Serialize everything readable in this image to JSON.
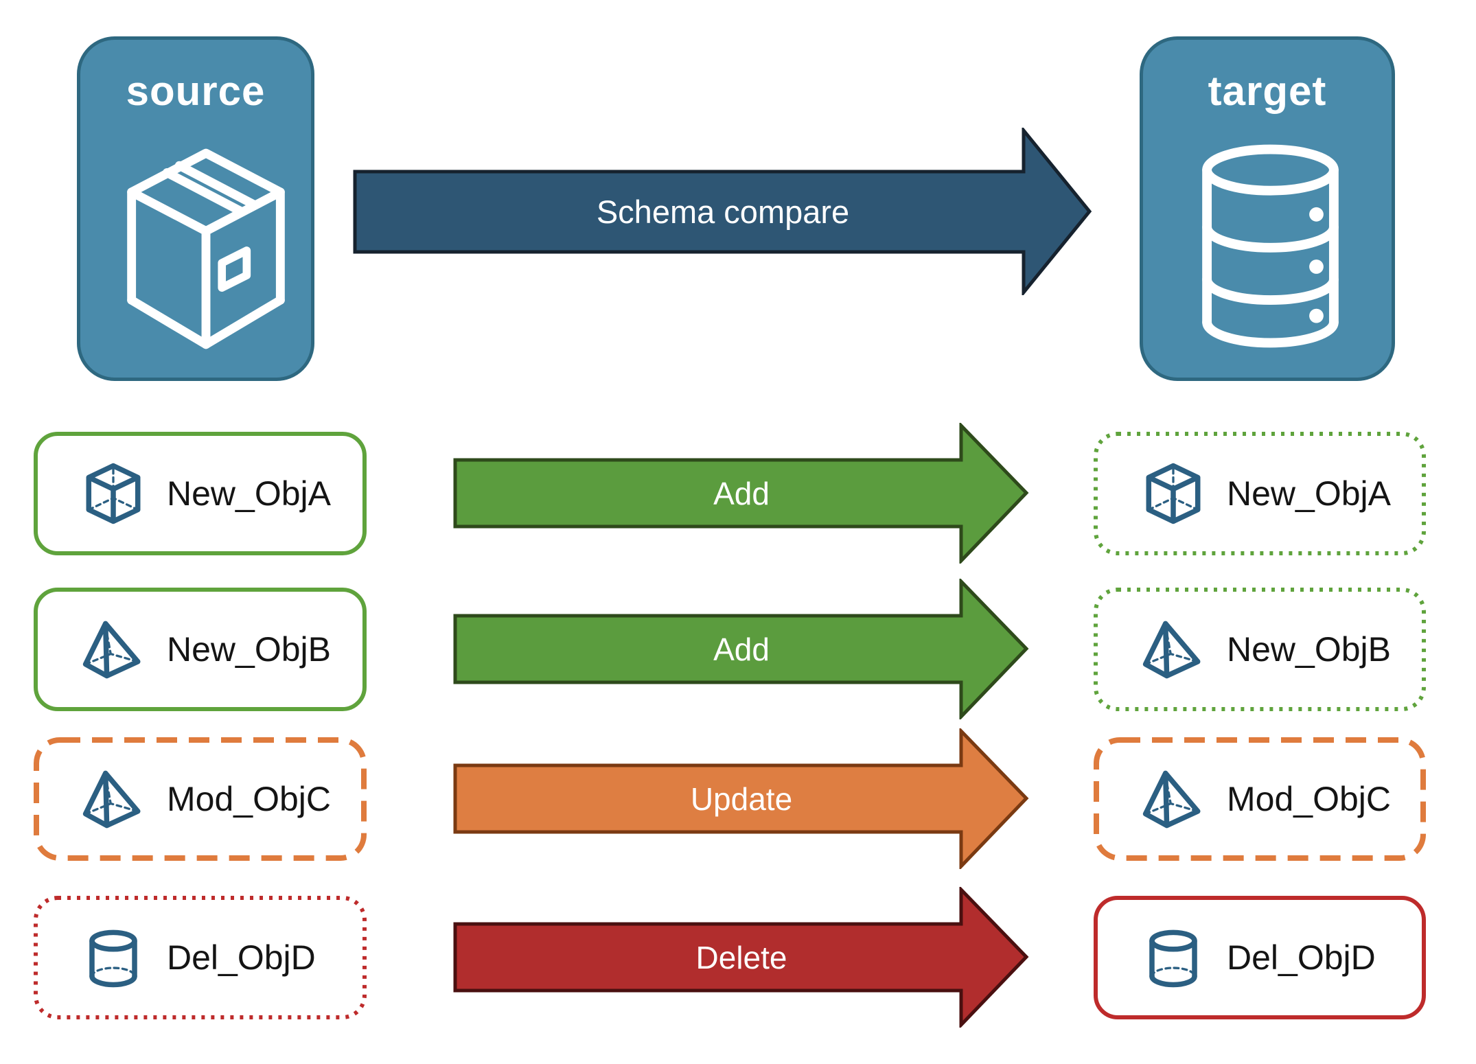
{
  "source_node": {
    "label": "source",
    "icon": "package-box-icon"
  },
  "target_node": {
    "label": "target",
    "icon": "database-icon"
  },
  "compare_arrow": {
    "label": "Schema compare",
    "color": "#2E5674"
  },
  "rows": [
    {
      "object": "New_ObjA",
      "icon": "cube-icon",
      "action": "Add",
      "action_color": "#5B9C3E",
      "source_box_border": "solid green",
      "target_box_border": "dotted green"
    },
    {
      "object": "New_ObjB",
      "icon": "pyramid-icon",
      "action": "Add",
      "action_color": "#5B9C3E",
      "source_box_border": "solid green",
      "target_box_border": "dotted green"
    },
    {
      "object": "Mod_ObjC",
      "icon": "pyramid-icon",
      "action": "Update",
      "action_color": "#DE7E42",
      "source_box_border": "dashed orange",
      "target_box_border": "dashed orange"
    },
    {
      "object": "Del_ObjD",
      "icon": "cylinder-icon",
      "action": "Delete",
      "action_color": "#B12D2D",
      "source_box_border": "dotted red",
      "target_box_border": "solid red"
    }
  ],
  "palette": {
    "node_fill": "#4A8BAB",
    "node_border": "#2E6880",
    "object_icon_blue": "#2B5F82",
    "compare_navy": "#2E5674",
    "add_green": "#5B9C3E",
    "update_orange": "#DE7E42",
    "delete_red": "#B12D2D",
    "green_border": "#5FA33C",
    "orange_border": "#DF7B3D",
    "red_border": "#BE2B2B"
  }
}
